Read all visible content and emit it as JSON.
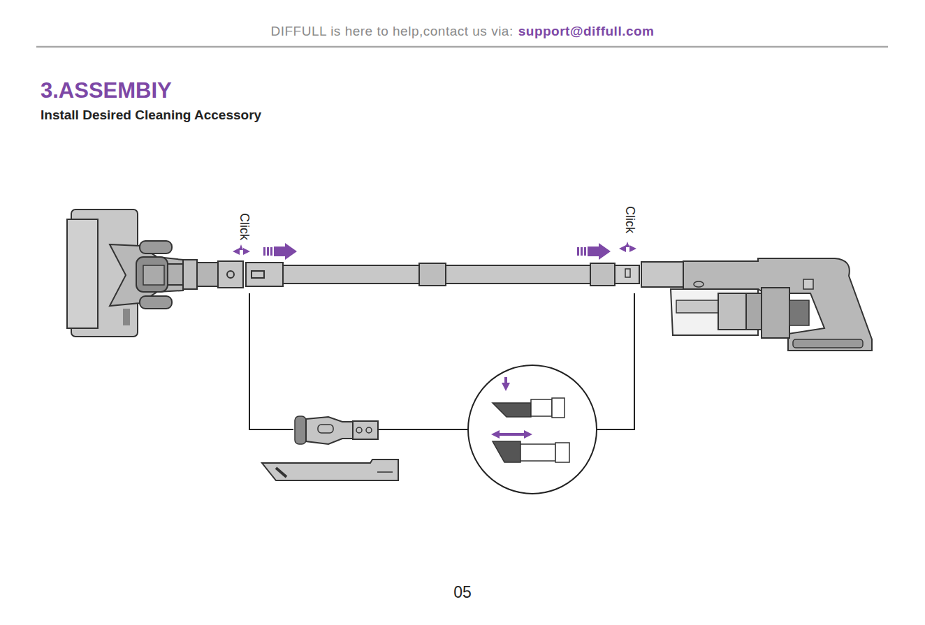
{
  "diagram": {
    "title": "3.ASSEMBIY",
    "labels": [
      "DIFFULL is here to help,contact us via:",
      "support@diffull.com",
      "Install Desired Cleaning Accessory",
      "Click",
      "Click",
      "05"
    ]
  }
}
